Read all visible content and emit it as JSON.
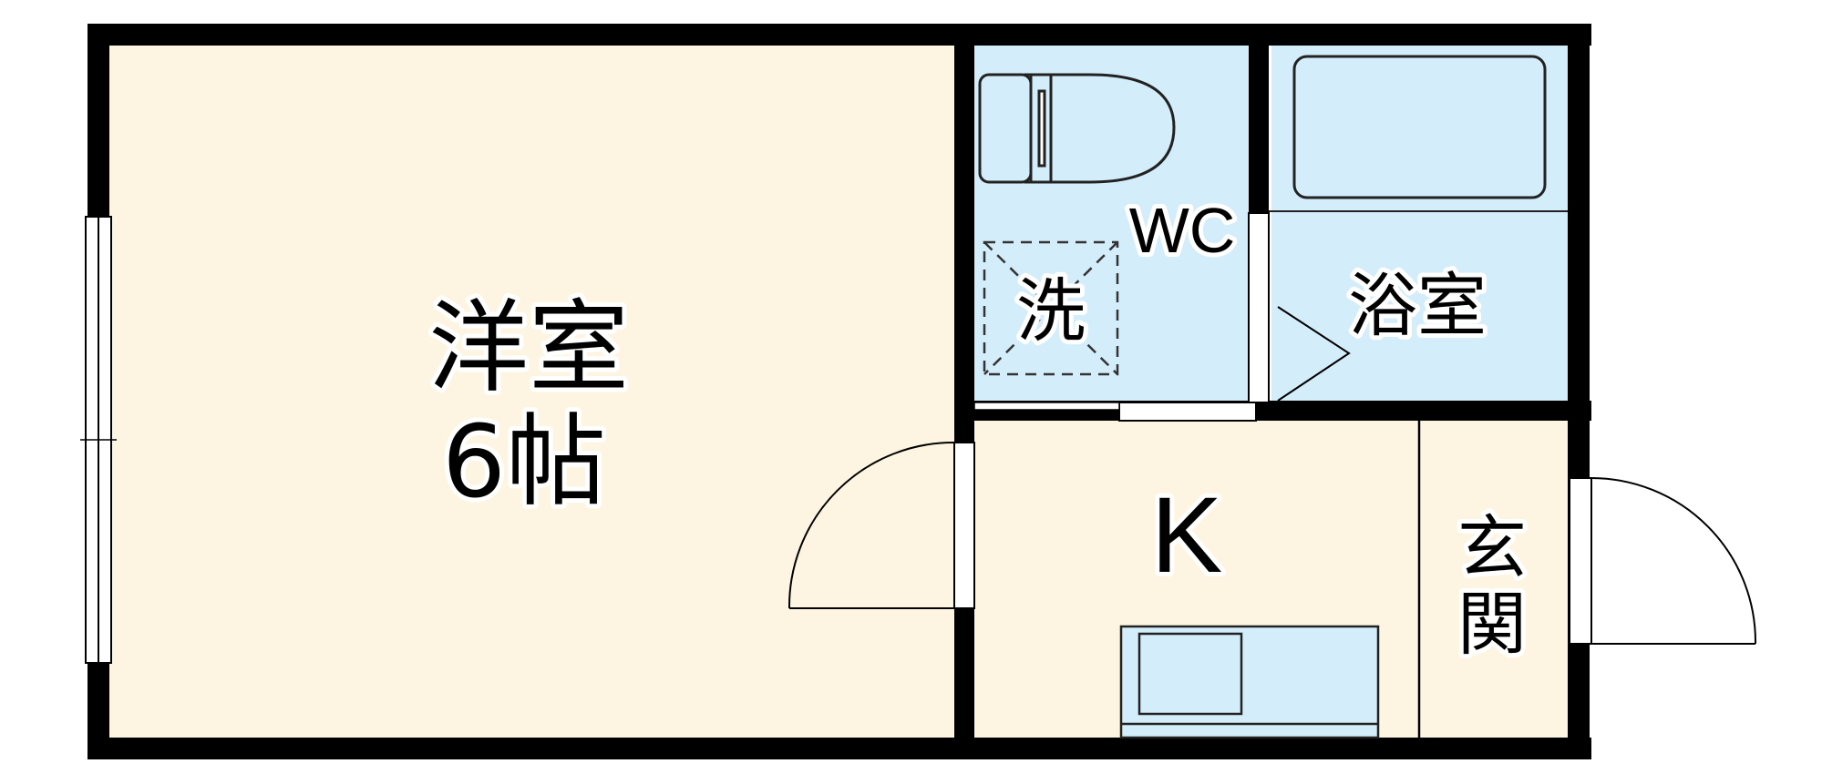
{
  "floorplan": {
    "rooms": {
      "western_room": {
        "name": "洋室",
        "size": "6帖"
      },
      "toilet": {
        "name": "WC"
      },
      "washer": {
        "name": "洗"
      },
      "bath": {
        "name": "浴室"
      },
      "kitchen": {
        "name": "K"
      },
      "entrance": {
        "name": "玄",
        "name2": "関"
      }
    },
    "colors": {
      "wall": "#000000",
      "dry_floor": "#fdf5e1",
      "wet_floor": "#d4edfa",
      "fixture_stroke": "#222222"
    }
  }
}
